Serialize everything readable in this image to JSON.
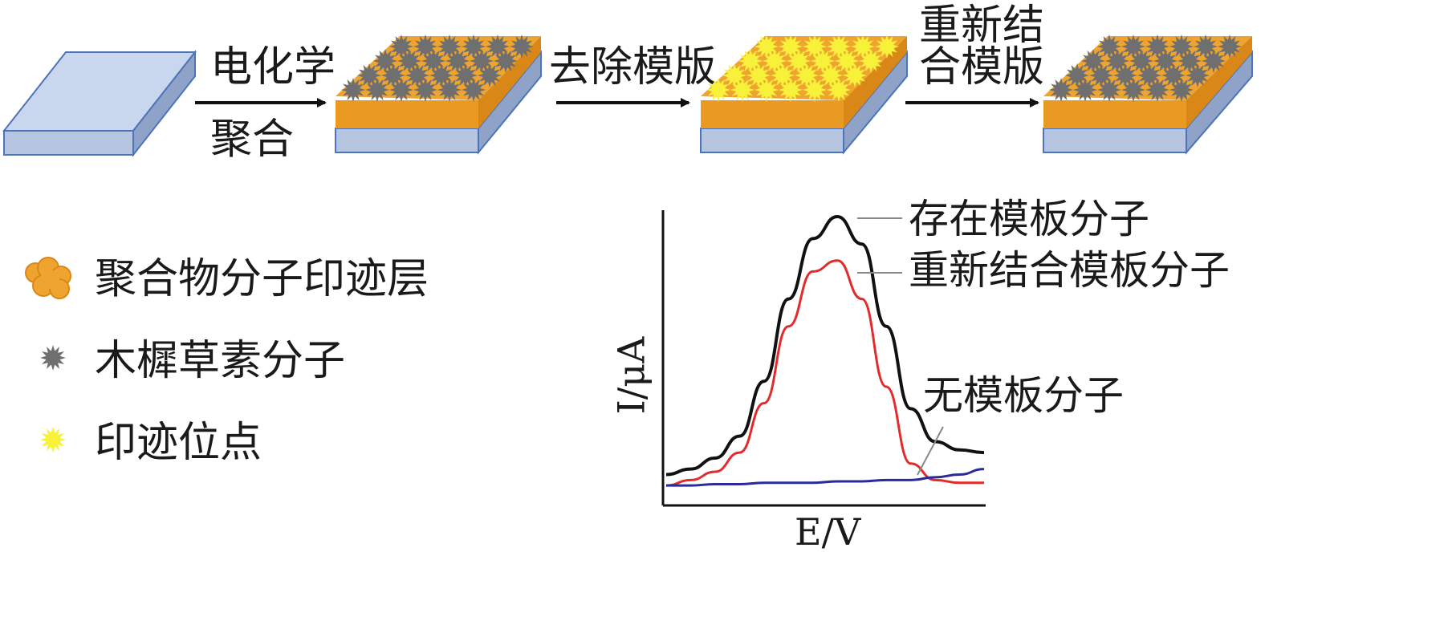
{
  "process": {
    "step1_label_top": "电化学",
    "step1_label_bottom": "聚合",
    "step2_label": "去除模版",
    "step3_label_line1": "重新结",
    "step3_label_line2": "合模版"
  },
  "legend": {
    "items": [
      {
        "label": "聚合物分子印迹层",
        "icon": "orange-polymer-blob-icon",
        "color": "#F0A430"
      },
      {
        "label": "木樨草素分子",
        "icon": "gray-star-icon",
        "color": "#6f6f6f"
      },
      {
        "label": "印迹位点",
        "icon": "yellow-star-icon",
        "color": "#F7F13A"
      }
    ]
  },
  "chart_data": {
    "type": "line",
    "title": "",
    "xlabel": "E/V",
    "ylabel": "I/μA",
    "annotations": [
      "存在模板分子",
      "重新结合模板分子",
      "无模板分子"
    ],
    "series": [
      {
        "name": "存在模板分子",
        "color": "#111111",
        "values": [
          0.06,
          0.08,
          0.12,
          0.2,
          0.4,
          0.7,
          0.92,
          1.0,
          0.9,
          0.6,
          0.3,
          0.18,
          0.15,
          0.14
        ]
      },
      {
        "name": "重新结合模板分子",
        "color": "#e32b2b",
        "values": [
          0.02,
          0.04,
          0.07,
          0.14,
          0.32,
          0.6,
          0.8,
          0.84,
          0.7,
          0.38,
          0.1,
          0.04,
          0.03,
          0.03
        ]
      },
      {
        "name": "无模板分子",
        "color": "#2a2a9b",
        "values": [
          0.02,
          0.02,
          0.025,
          0.025,
          0.03,
          0.03,
          0.03,
          0.035,
          0.035,
          0.04,
          0.04,
          0.05,
          0.06,
          0.08
        ]
      }
    ]
  },
  "colors": {
    "substrate_top": "#c9d7ee",
    "substrate_side": "#9fb1cf",
    "substrate_edge": "#4d73b8",
    "polymer": "#F0A430",
    "template_molecule": "#6f6f6f",
    "imprint_site": "#F7F13A"
  }
}
